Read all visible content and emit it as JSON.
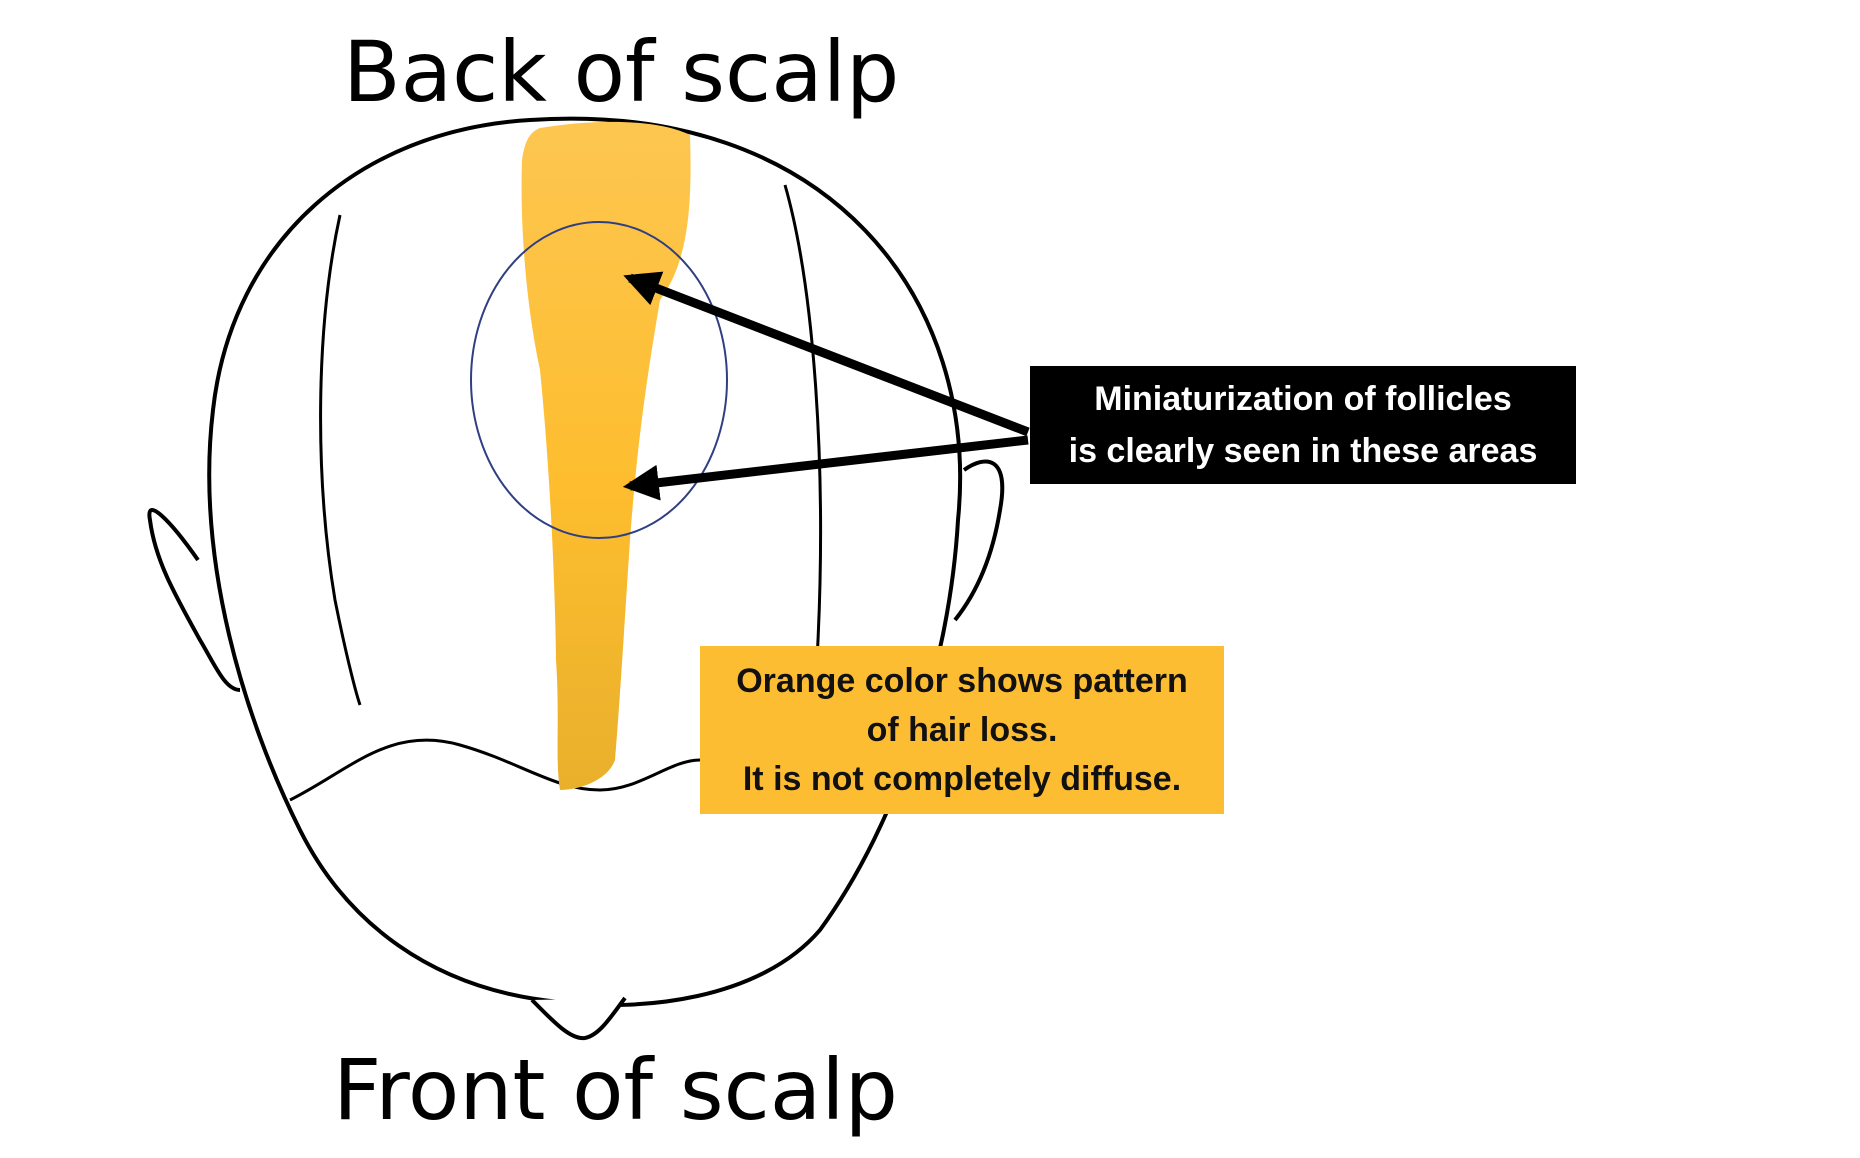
{
  "labels": {
    "back": "Back of scalp",
    "front": "Front of scalp"
  },
  "callouts": {
    "miniaturization": {
      "lines": [
        "Miniaturization of follicles",
        "is clearly seen in these areas"
      ]
    },
    "pattern": {
      "lines": [
        "Orange color shows pattern",
        "of hair loss.",
        "It is not completely diffuse."
      ]
    }
  },
  "colors": {
    "hair_loss_region": "#fdbd33",
    "ellipse_outline": "#2f3f82",
    "outline": "#000000"
  }
}
